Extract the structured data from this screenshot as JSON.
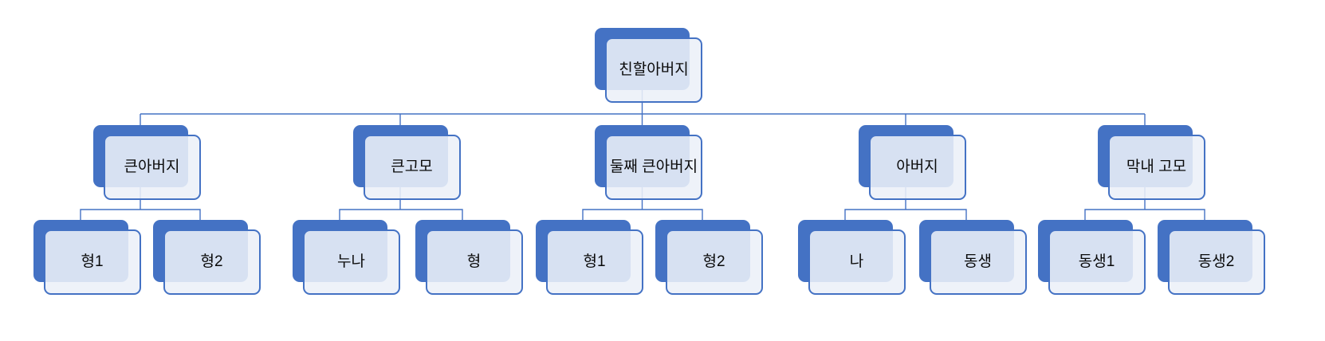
{
  "diagram": {
    "kind": "hierarchy-org-chart",
    "levels": 3
  },
  "colors": {
    "accent": "#4472C4",
    "node_fill_rgba": "rgba(236,240,248,0.88)",
    "connector": "#4472C4",
    "background": "#FFFFFF",
    "text": "#0A0A0A"
  },
  "tree": {
    "label": "친할아버지",
    "children": [
      {
        "label": "큰아버지",
        "children": [
          {
            "label": "형1"
          },
          {
            "label": "형2"
          }
        ]
      },
      {
        "label": "큰고모",
        "children": [
          {
            "label": "누나"
          },
          {
            "label": "형"
          }
        ]
      },
      {
        "label": "둘째 큰아버지",
        "children": [
          {
            "label": "형1"
          },
          {
            "label": "형2"
          }
        ]
      },
      {
        "label": "아버지",
        "children": [
          {
            "label": "나"
          },
          {
            "label": "동생"
          }
        ]
      },
      {
        "label": "막내 고모",
        "children": [
          {
            "label": "동생1"
          },
          {
            "label": "동생2"
          }
        ]
      }
    ]
  }
}
